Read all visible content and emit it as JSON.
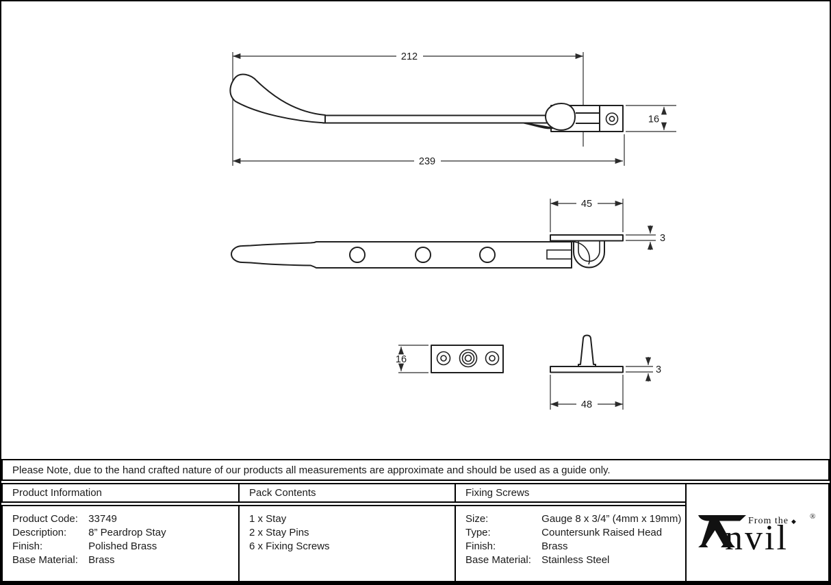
{
  "note": "Please Note, due to the hand crafted nature of our products all measurements are approximate and should be used as a guide only.",
  "drawing": {
    "dims": {
      "stay_length_to_pin": "212",
      "stay_length_overall": "239",
      "lock_block_height": "16",
      "keep_plate_length": "45",
      "keep_plate_thickness": "3",
      "mount_plate_height": "16",
      "pin_plate_length": "48",
      "pin_plate_thickness": "3"
    }
  },
  "table": {
    "product_information": {
      "header": "Product Information",
      "rows": [
        {
          "label": "Product Code:",
          "value": "33749"
        },
        {
          "label": "Description:",
          "value": "8” Peardrop Stay"
        },
        {
          "label": "Finish:",
          "value": "Polished Brass"
        },
        {
          "label": "Base Material:",
          "value": "Brass"
        }
      ]
    },
    "pack_contents": {
      "header": "Pack Contents",
      "items": [
        "1 x Stay",
        "2 x Stay Pins",
        "6 x Fixing Screws"
      ]
    },
    "fixing_screws": {
      "header": "Fixing Screws",
      "rows": [
        {
          "label": "Size:",
          "value": "Gauge 8 x 3/4” (4mm x 19mm)"
        },
        {
          "label": "Type:",
          "value": "Countersunk Raised Head"
        },
        {
          "label": "Finish:",
          "value": "Brass"
        },
        {
          "label": "Base Material:",
          "value": "Stainless Steel"
        }
      ]
    }
  },
  "logo": {
    "from_the": "From the",
    "diamond": "◆",
    "name_rest": "nvil",
    "registered": "®"
  }
}
